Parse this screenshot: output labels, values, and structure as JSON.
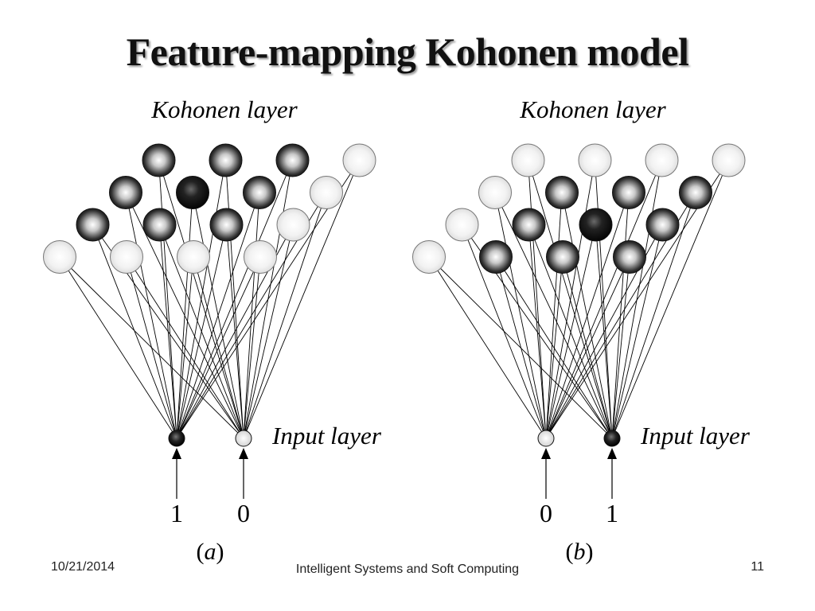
{
  "title": "Feature-mapping Kohonen model",
  "colors": {
    "winner": "#111111",
    "active": "#555555",
    "inactive": "#e6e6e6",
    "input_dark": "#1a1a1a",
    "input_light": "#e6e6e6",
    "connection": "#000000"
  },
  "panels": [
    {
      "kohonen_label": "Kohonen layer",
      "input_label": "Input layer",
      "inputs": [
        {
          "value": "1",
          "state": "dark"
        },
        {
          "value": "0",
          "state": "light"
        }
      ],
      "caption": {
        "open": "(",
        "letter": "a",
        "close": ")"
      },
      "neuron_states": [
        [
          "inactive",
          "inactive",
          "inactive",
          "inactive"
        ],
        [
          "active",
          "active",
          "active",
          "inactive"
        ],
        [
          "active",
          "winner",
          "active",
          "inactive"
        ],
        [
          "active",
          "active",
          "active",
          "inactive"
        ]
      ]
    },
    {
      "kohonen_label": "Kohonen layer",
      "input_label": "Input layer",
      "inputs": [
        {
          "value": "0",
          "state": "light"
        },
        {
          "value": "1",
          "state": "dark"
        }
      ],
      "caption": {
        "open": "(",
        "letter": "b",
        "close": ")"
      },
      "neuron_states": [
        [
          "inactive",
          "active",
          "active",
          "active"
        ],
        [
          "inactive",
          "active",
          "winner",
          "active"
        ],
        [
          "inactive",
          "active",
          "active",
          "active"
        ],
        [
          "inactive",
          "inactive",
          "inactive",
          "inactive"
        ]
      ]
    }
  ],
  "footer": {
    "date": "10/21/2014",
    "center": "Intelligent Systems and Soft Computing",
    "page": "11"
  }
}
